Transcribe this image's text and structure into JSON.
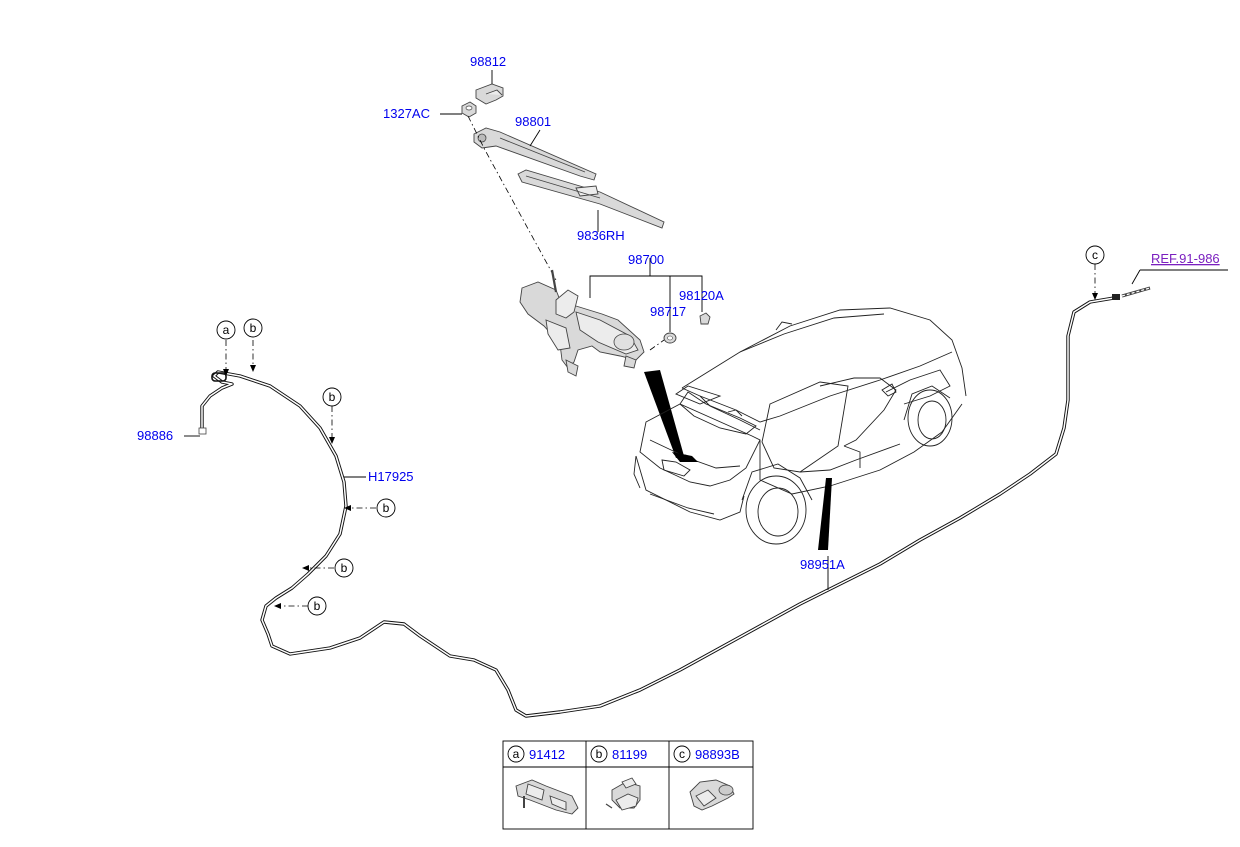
{
  "labels": {
    "p98812": "98812",
    "p1327AC": "1327AC",
    "p98801": "98801",
    "p9836RH": "9836RH",
    "p98700": "98700",
    "p98120A": "98120A",
    "p98717": "98717",
    "p98886": "98886",
    "pH17925": "H17925",
    "p98951A": "98951A",
    "ref": "REF.91-986"
  },
  "callouts": {
    "a": "a",
    "b": "b",
    "c": "c"
  },
  "legend": [
    {
      "key": "a",
      "part": "91412"
    },
    {
      "key": "b",
      "part": "81199"
    },
    {
      "key": "c",
      "part": "98893B"
    }
  ]
}
